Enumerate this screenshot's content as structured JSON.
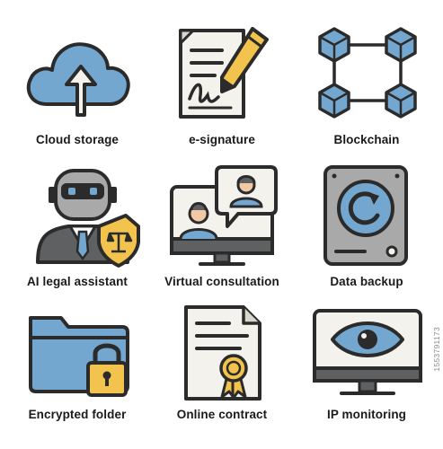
{
  "colors": {
    "stroke": "#2b2b2b",
    "blue": "#74a7cf",
    "yellow": "#f2c44e",
    "grey": "#a9a9a9",
    "paper": "#f4f2ec",
    "skin": "#f1c9a5"
  },
  "icons": [
    {
      "icon": "cloud-upload-icon",
      "label": "Cloud storage"
    },
    {
      "icon": "e-signature-icon",
      "label": "e-signature"
    },
    {
      "icon": "blockchain-icon",
      "label": "Blockchain"
    },
    {
      "icon": "ai-lawyer-robot-icon",
      "label": "AI legal assistant"
    },
    {
      "icon": "video-call-icon",
      "label": "Virtual consultation"
    },
    {
      "icon": "backup-drive-icon",
      "label": "Data backup"
    },
    {
      "icon": "locked-folder-icon",
      "label": "Encrypted folder"
    },
    {
      "icon": "certificate-document-icon",
      "label": "Online contract"
    },
    {
      "icon": "eye-monitor-icon",
      "label": "IP monitoring"
    }
  ],
  "watermark": "1553791173"
}
